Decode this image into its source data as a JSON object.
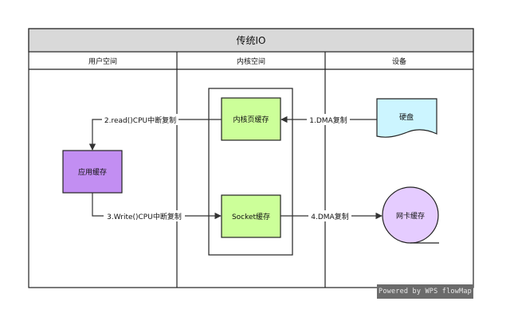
{
  "diagram": {
    "title": "传统IO",
    "columns": {
      "user": "用户空间",
      "kernel": "内核空间",
      "device": "设备"
    },
    "nodes": {
      "kernel_buffer": "内核页缓存",
      "socket_buffer": "Socket缓存",
      "app_buffer": "应用缓存",
      "disk": "硬盘",
      "nic_buffer": "网卡缓存"
    },
    "edges": {
      "dma_read": "1.DMA复制",
      "cpu_read": "2.read()CPU中断复制",
      "cpu_write": "3.Write()CPU中断复制",
      "dma_write": "4.DMA复制"
    },
    "colors": {
      "header": "#d9d9d9",
      "green_box": "#ccff99",
      "purple_box": "#c28ef2",
      "disk": "#ccf5ff",
      "nic": "#e5ccff"
    }
  },
  "watermark": "Powered by WPS flowMap"
}
